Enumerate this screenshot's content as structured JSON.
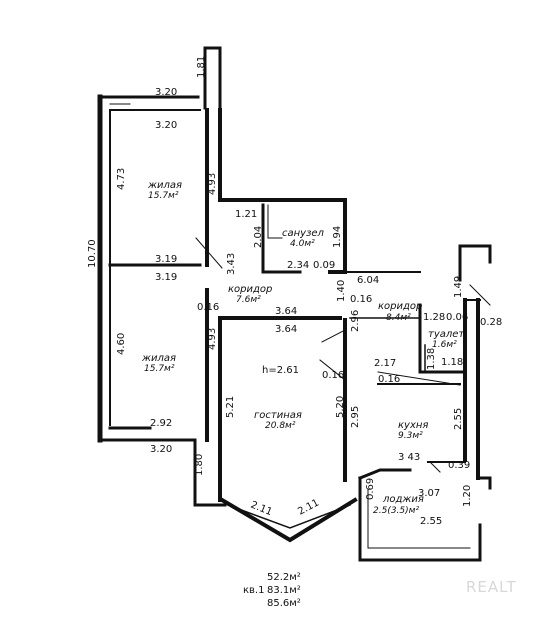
{
  "rooms": {
    "living1": {
      "name": "жилая",
      "area": "15.7м²"
    },
    "bathroom": {
      "name": "санузел",
      "area": "4.0м²"
    },
    "corridor1": {
      "name": "коридор",
      "area": "7.6м²"
    },
    "corridor2": {
      "name": "коридор",
      "area": "8.4м²"
    },
    "toilet": {
      "name": "туалет",
      "area": "1.6м²"
    },
    "living2": {
      "name": "жилая",
      "area": "15.7м²"
    },
    "lounge": {
      "name": "гостиная",
      "area": "20.8м²"
    },
    "kitchen": {
      "name": "кухня",
      "area": "9.3м²"
    },
    "loggia": {
      "name": "лоджия",
      "area": "2.5(3.5)м²"
    }
  },
  "ceiling_height": "h=2.61",
  "dimensions": {
    "d_1_81": "1.81",
    "d_3_20_top_outer": "3.20",
    "d_3_20_top_inner": "3.20",
    "d_4_73": "4.73",
    "d_4_93_upper": "4.93",
    "d_10_70": "10.70",
    "d_1_21": "1.21",
    "d_2_04": "2.04",
    "d_1_94": "1.94",
    "d_3_19_a": "3.19",
    "d_3_19_b": "3.19",
    "d_3_43": "3.43",
    "d_2_34": "2.34",
    "d_0_09": "0.09",
    "d_6_04": "6.04",
    "d_1_49": "1.49",
    "d_0_16_a": "0.16",
    "d_1_40": "1.40",
    "d_0_16_b": "0.16",
    "d_3_64_a": "3.64",
    "d_3_64_b": "3.64",
    "d_1_28": "1.28",
    "d_0_06": "0.06",
    "d_0_28": "0.28",
    "d_2_96": "2.96",
    "d_4_60": "4.60",
    "d_4_93_lower": "4.93",
    "d_1_38": "1.38",
    "d_1_18": "1.18",
    "d_2_17": "2.17",
    "d_0_16_c": "0.16",
    "d_0_16_d": "0.16",
    "d_5_21": "5.21",
    "d_5_20": "5.20",
    "d_2_95": "2.95",
    "d_2_55_vert": "2.55",
    "d_2_92": "2.92",
    "d_3_20_bottom": "3.20",
    "d_3_43_loggia": "3 43",
    "d_0_39": "0.39",
    "d_1_80": "1.80",
    "d_0_69": "0.69",
    "d_3_07": "3.07",
    "d_1_20": "1.20",
    "d_2_11_a": "2.11",
    "d_2_11_b": "2.11",
    "d_2_55_bottom": "2.55"
  },
  "summary": {
    "living": "52.2м²",
    "label": "кв.1",
    "total": "83.1м²",
    "full": "85.6м²"
  },
  "watermark": "REALT"
}
